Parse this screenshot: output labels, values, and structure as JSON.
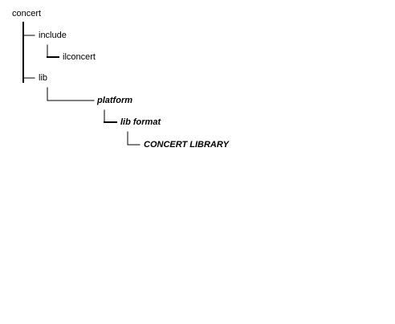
{
  "tree": {
    "root": "concert",
    "include": "include",
    "ilconcert": "ilconcert",
    "lib": "lib",
    "platform": "platform",
    "lib_format": "lib format",
    "concert_library": "CONCERT LIBRARY"
  }
}
